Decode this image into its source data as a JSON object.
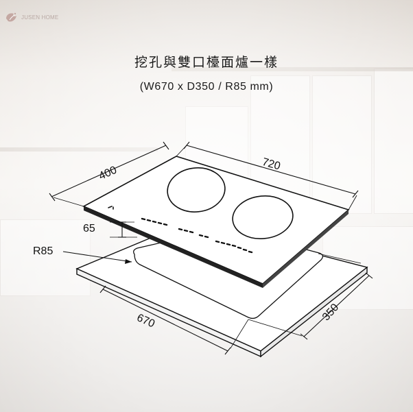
{
  "brand": {
    "name": "JUSEN HOME",
    "logo": "bird-leaf-logo"
  },
  "title": "挖孔與雙口檯面爐一樣",
  "subtitle": "(W670 x D350 / R85 mm)",
  "dimensions": {
    "hob_width": "720",
    "hob_depth": "400",
    "height": "65",
    "corner_radius": "R85",
    "cutout_width": "670",
    "cutout_depth": "350"
  },
  "colors": {
    "line": "#111111",
    "background": "#ece7e2",
    "logo": "#c4a8a2"
  }
}
